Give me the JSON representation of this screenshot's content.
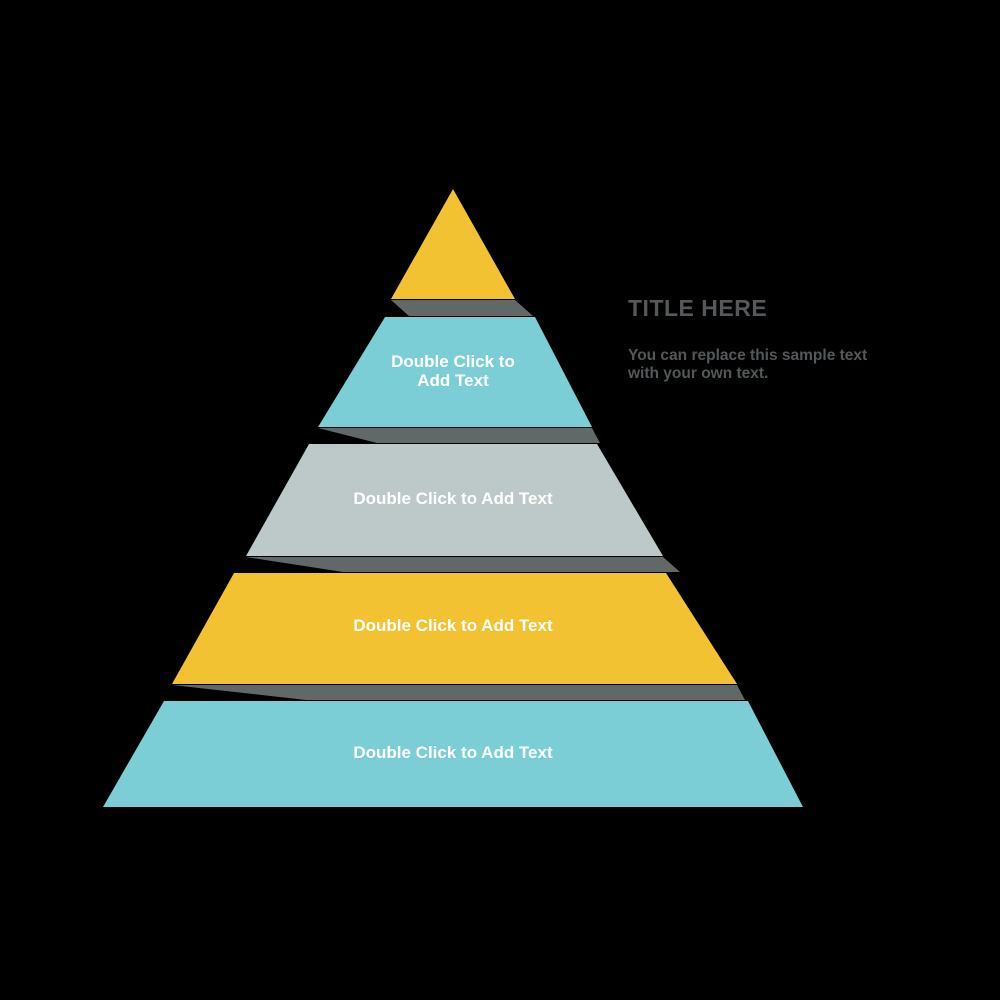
{
  "background_color": "#000000",
  "side_panel": {
    "title": "TITLE HERE",
    "body_line1": "You can replace this sample text",
    "body_line2": "with your own text.",
    "text_color": "#54585a"
  },
  "pyramid": {
    "colors": {
      "yellow": "#F2C233",
      "teal": "#7BCDD6",
      "gray": "#BDC8C8",
      "shadow": "#616868",
      "label_color": "#FFFFFF"
    },
    "tiers": [
      {
        "name": "tier-1",
        "color_name": "yellow",
        "label": ""
      },
      {
        "name": "tier-2",
        "color_name": "teal",
        "label": "Double Click to Add Text",
        "label_lines": [
          "Double Click to",
          "Add Text"
        ]
      },
      {
        "name": "tier-3",
        "color_name": "gray",
        "label": "Double Click to Add Text"
      },
      {
        "name": "tier-4",
        "color_name": "yellow",
        "label": "Double Click to Add Text"
      },
      {
        "name": "tier-5",
        "color_name": "teal",
        "label": "Double Click to Add Text"
      }
    ]
  }
}
